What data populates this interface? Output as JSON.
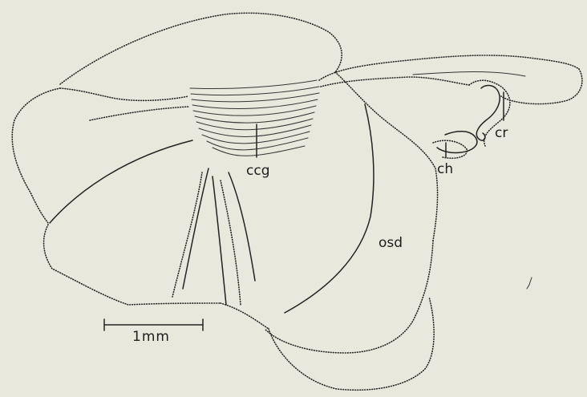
{
  "labels": {
    "ccg": "ccg",
    "cr": "cr",
    "ch": "ch",
    "osd": "osd",
    "scale": "1mm"
  }
}
